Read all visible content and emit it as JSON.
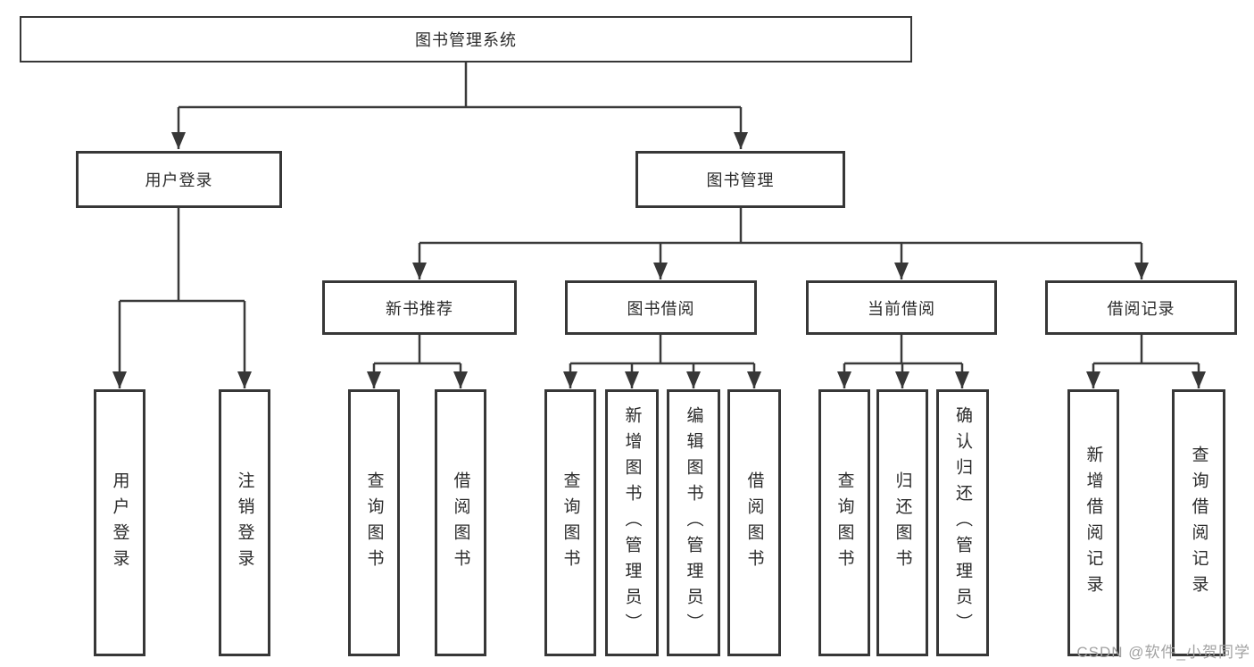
{
  "tree": {
    "label": "图书管理系统",
    "children": [
      {
        "label": "用户登录",
        "children": [
          {
            "label": "用户登录"
          },
          {
            "label": "注销登录"
          }
        ]
      },
      {
        "label": "图书管理",
        "children": [
          {
            "label": "新书推荐",
            "children": [
              {
                "label": "查询图书"
              },
              {
                "label": "借阅图书"
              }
            ]
          },
          {
            "label": "图书借阅",
            "children": [
              {
                "label": "查询图书"
              },
              {
                "label": "新增图书（管理员）"
              },
              {
                "label": "编辑图书（管理员）"
              },
              {
                "label": "借阅图书"
              }
            ]
          },
          {
            "label": "当前借阅",
            "children": [
              {
                "label": "查询图书"
              },
              {
                "label": "归还图书"
              },
              {
                "label": "确认归还（管理员）"
              }
            ]
          },
          {
            "label": "借阅记录",
            "children": [
              {
                "label": "新增借阅记录"
              },
              {
                "label": "查询借阅记录"
              }
            ]
          }
        ]
      }
    ]
  },
  "watermark": {
    "text": "CSDN @软件_小贺同学"
  },
  "colors": {
    "line": "#3a3a3a",
    "border": "#373737",
    "text": "#2b2b2b",
    "watermark": "#a2a2a2",
    "background": "#ffffff"
  }
}
